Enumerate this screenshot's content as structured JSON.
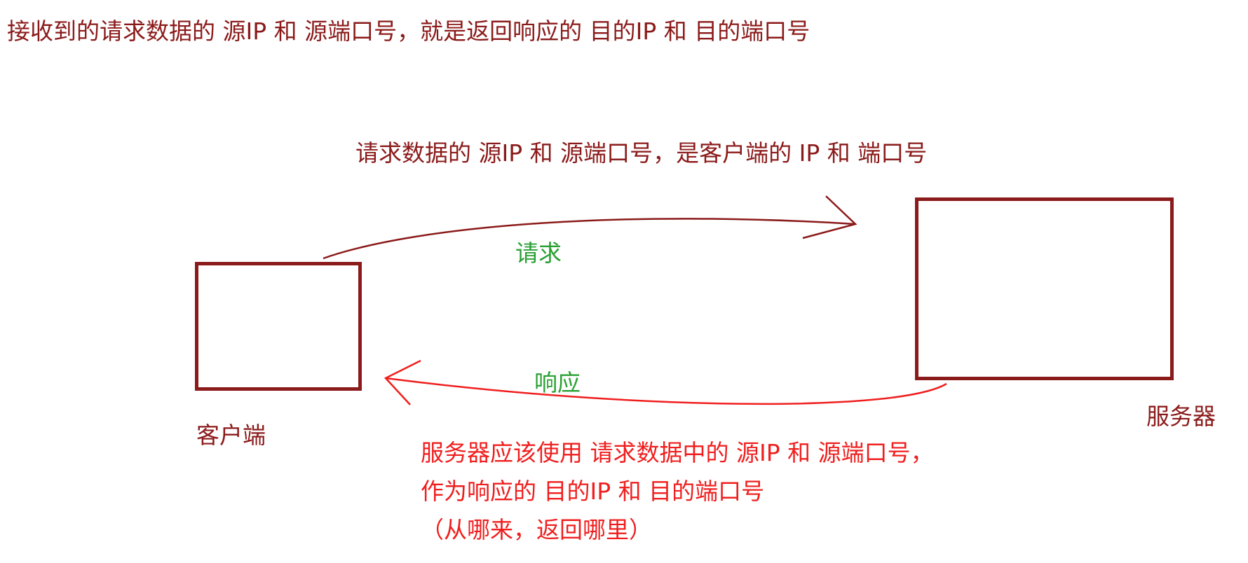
{
  "heading": "接收到的请求数据的 源IP 和 源端口号，就是返回响应的 目的IP 和 目的端口号",
  "request_note": "请求数据的 源IP 和 源端口号，是客户端的 IP 和 端口号",
  "client_label": "客户端",
  "server_label": "服务器",
  "request_label": "请求",
  "response_label": "响应",
  "server_note": {
    "line1": "服务器应该使用 请求数据中的 源IP 和 源端口号，",
    "line2": "作为响应的 目的IP 和 目的端口号",
    "line3": "（从哪来，返回哪里）"
  },
  "colors": {
    "dark_red": "#8b1a1a",
    "green": "#2aa033",
    "red": "#f01e1e"
  }
}
